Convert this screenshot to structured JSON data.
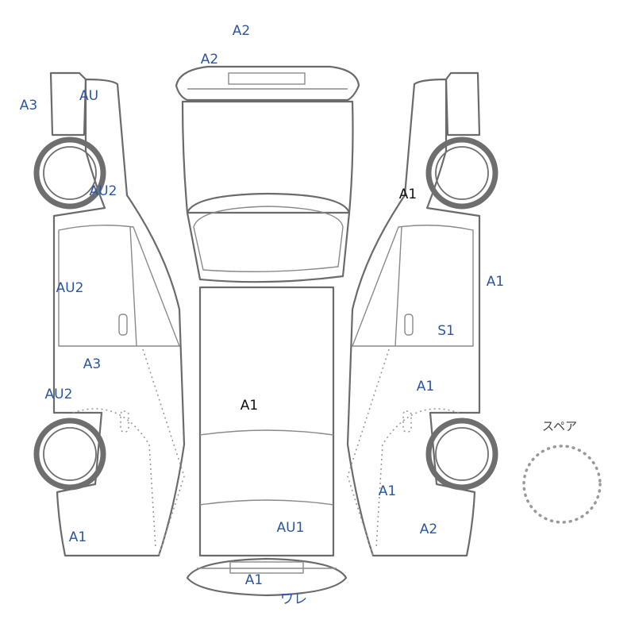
{
  "colors": {
    "grade": "#2d56a0",
    "highlight": "#111111",
    "outline": "#6b6b6b"
  },
  "spare_label": "スペア",
  "rear_damage_note": "ワレ",
  "labels": [
    {
      "id": "roof-rear-top",
      "text": "A2",
      "color": "#2d56a0"
    },
    {
      "id": "rear-spoiler",
      "text": "A2",
      "color": "#2d56a0"
    },
    {
      "id": "left-front-edge",
      "text": "A3",
      "color": "#2d56a0"
    },
    {
      "id": "left-front-fender-top",
      "text": "AU",
      "color": "#2d56a0"
    },
    {
      "id": "left-front-fender",
      "text": "AU2",
      "color": "#2d56a0"
    },
    {
      "id": "left-front-door",
      "text": "AU2",
      "color": "#2d56a0"
    },
    {
      "id": "left-rocker",
      "text": "A3",
      "color": "#2d56a0"
    },
    {
      "id": "left-rear-door",
      "text": "AU2",
      "color": "#2d56a0"
    },
    {
      "id": "left-rear-bumper",
      "text": "A1",
      "color": "#2d56a0"
    },
    {
      "id": "right-front-fender",
      "text": "A1",
      "color": "#111111"
    },
    {
      "id": "right-front-pillar",
      "text": "A1",
      "color": "#2d56a0"
    },
    {
      "id": "right-door-handle",
      "text": "S1",
      "color": "#2d56a0"
    },
    {
      "id": "right-rear-door",
      "text": "A1",
      "color": "#2d56a0"
    },
    {
      "id": "right-rear-quarter",
      "text": "A1",
      "color": "#2d56a0"
    },
    {
      "id": "right-rear-bumper",
      "text": "A2",
      "color": "#2d56a0"
    },
    {
      "id": "roof-center",
      "text": "A1",
      "color": "#111111"
    },
    {
      "id": "trunk",
      "text": "AU1",
      "color": "#2d56a0"
    },
    {
      "id": "rear-bumper",
      "text": "A1",
      "color": "#2d56a0"
    }
  ]
}
